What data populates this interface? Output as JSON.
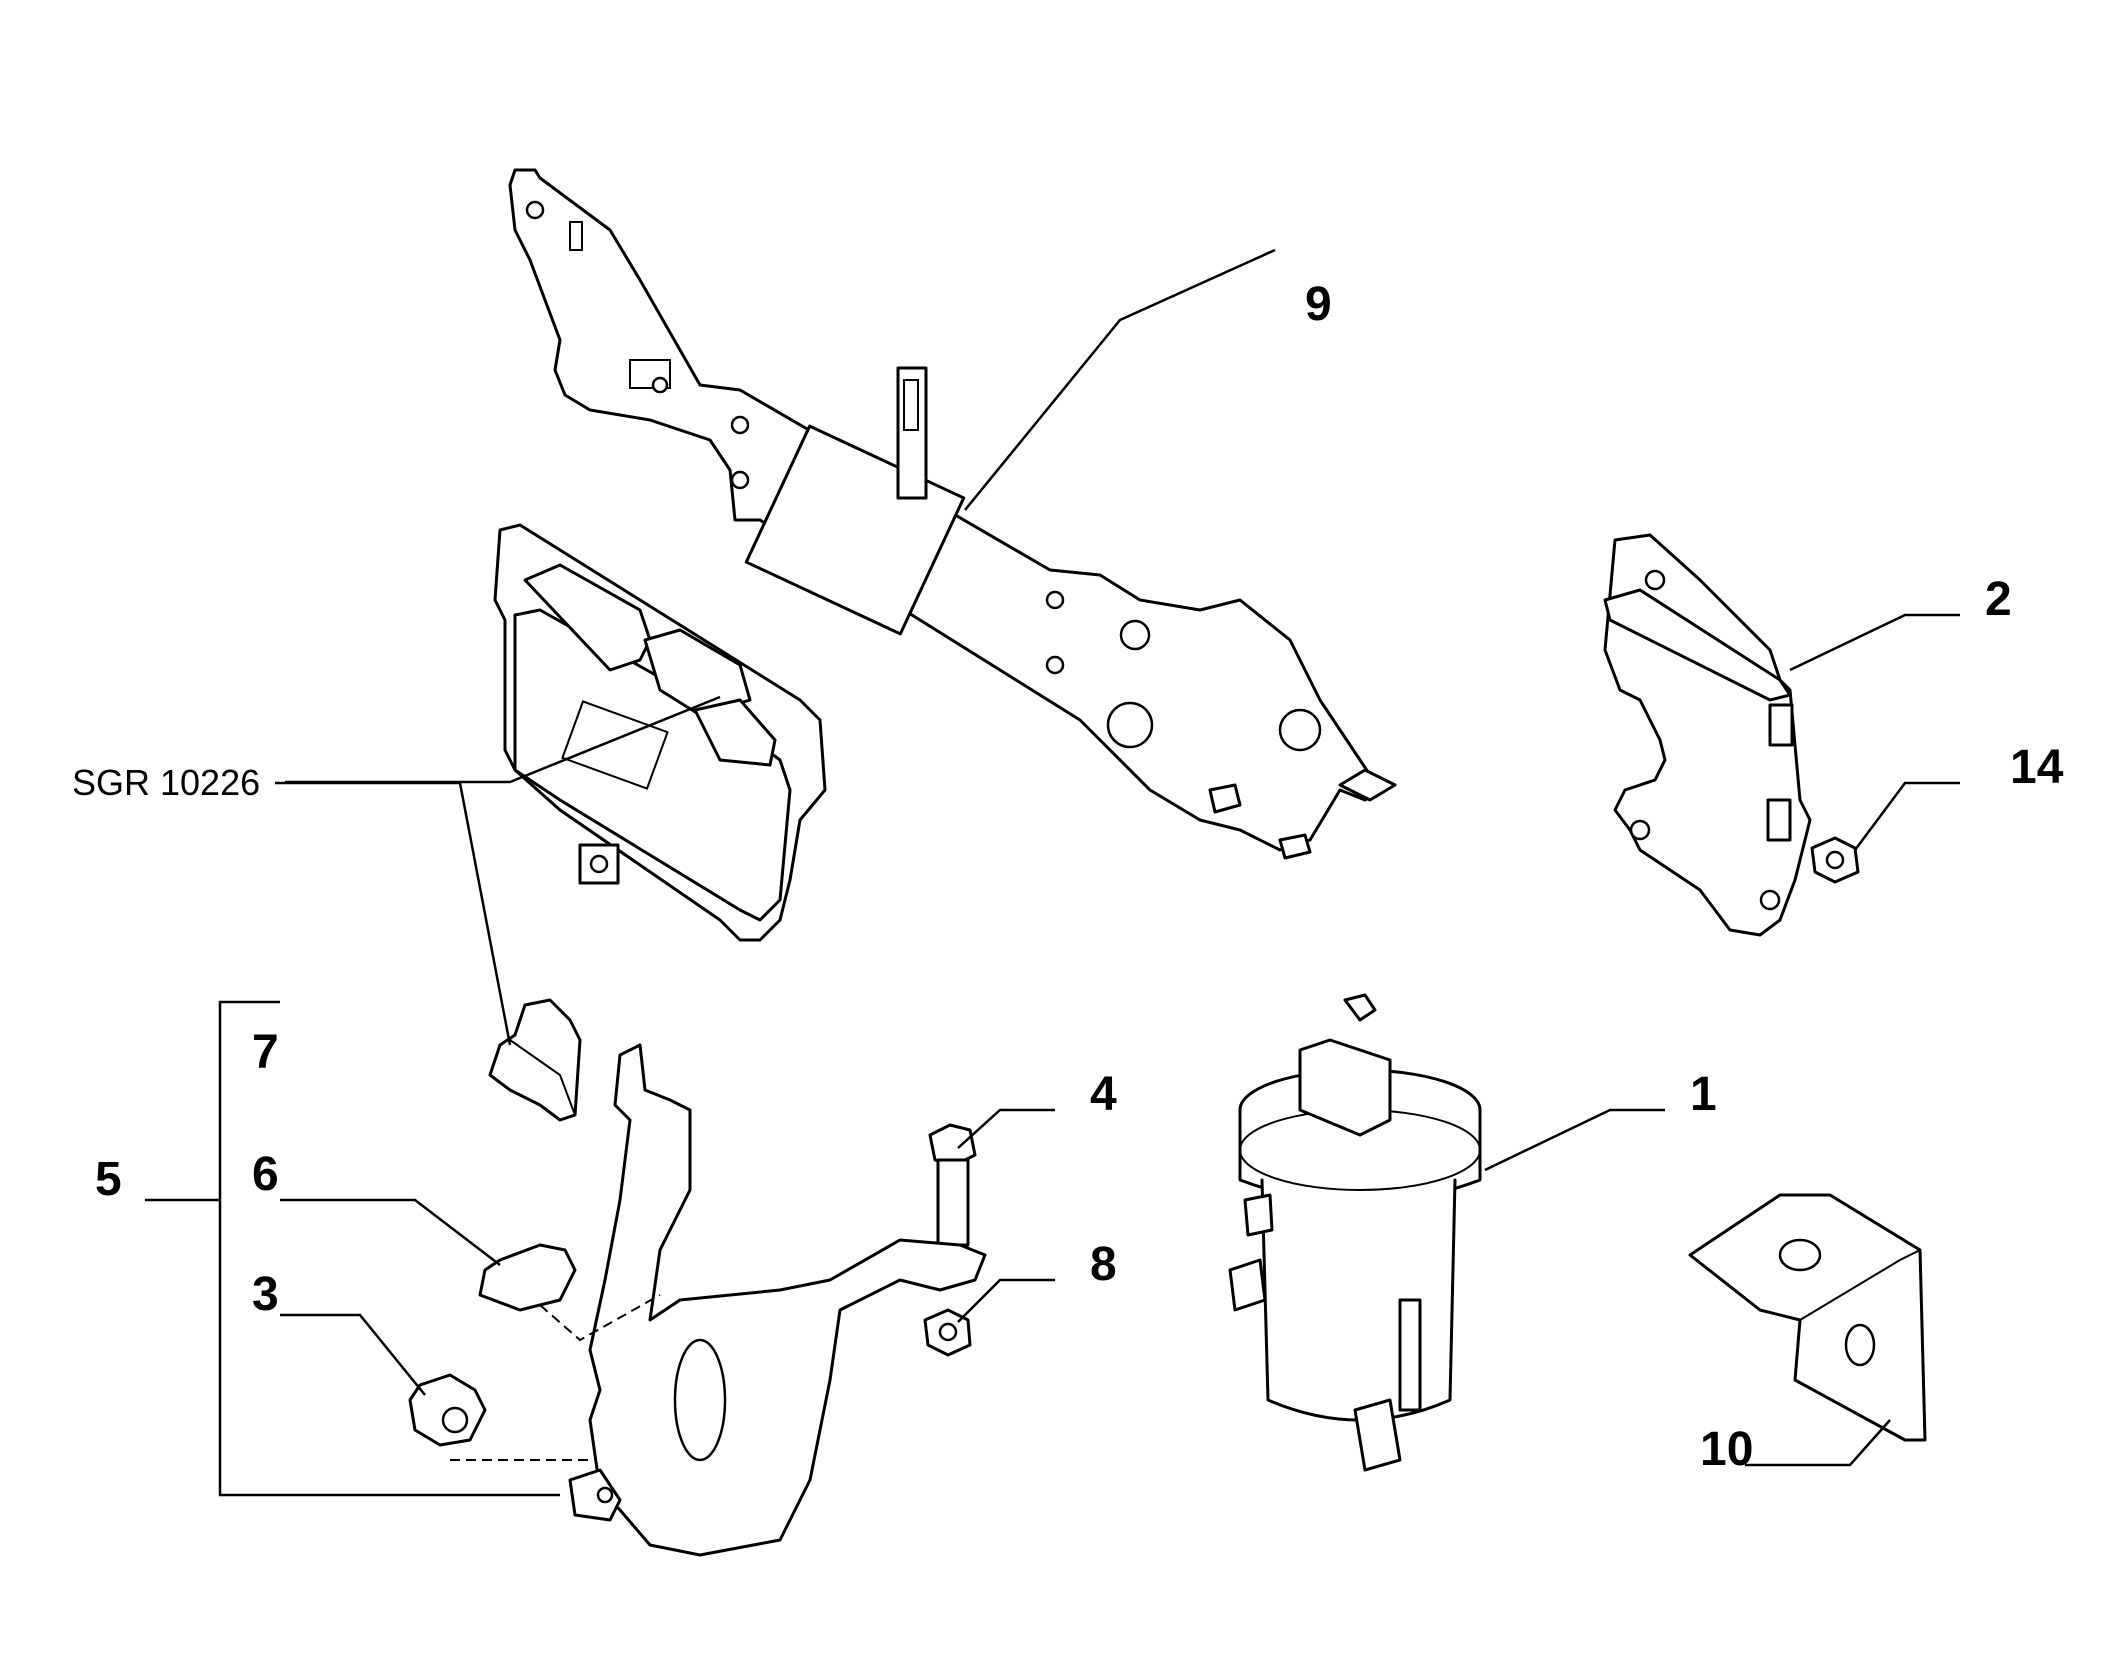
{
  "drawing_ref": "SGR 10226",
  "callouts": {
    "p1": "1",
    "p2": "2",
    "p3": "3",
    "p4": "4",
    "p5": "5",
    "p6": "6",
    "p7": "7",
    "p8": "8",
    "p9": "9",
    "p10": "10",
    "p14": "14"
  }
}
